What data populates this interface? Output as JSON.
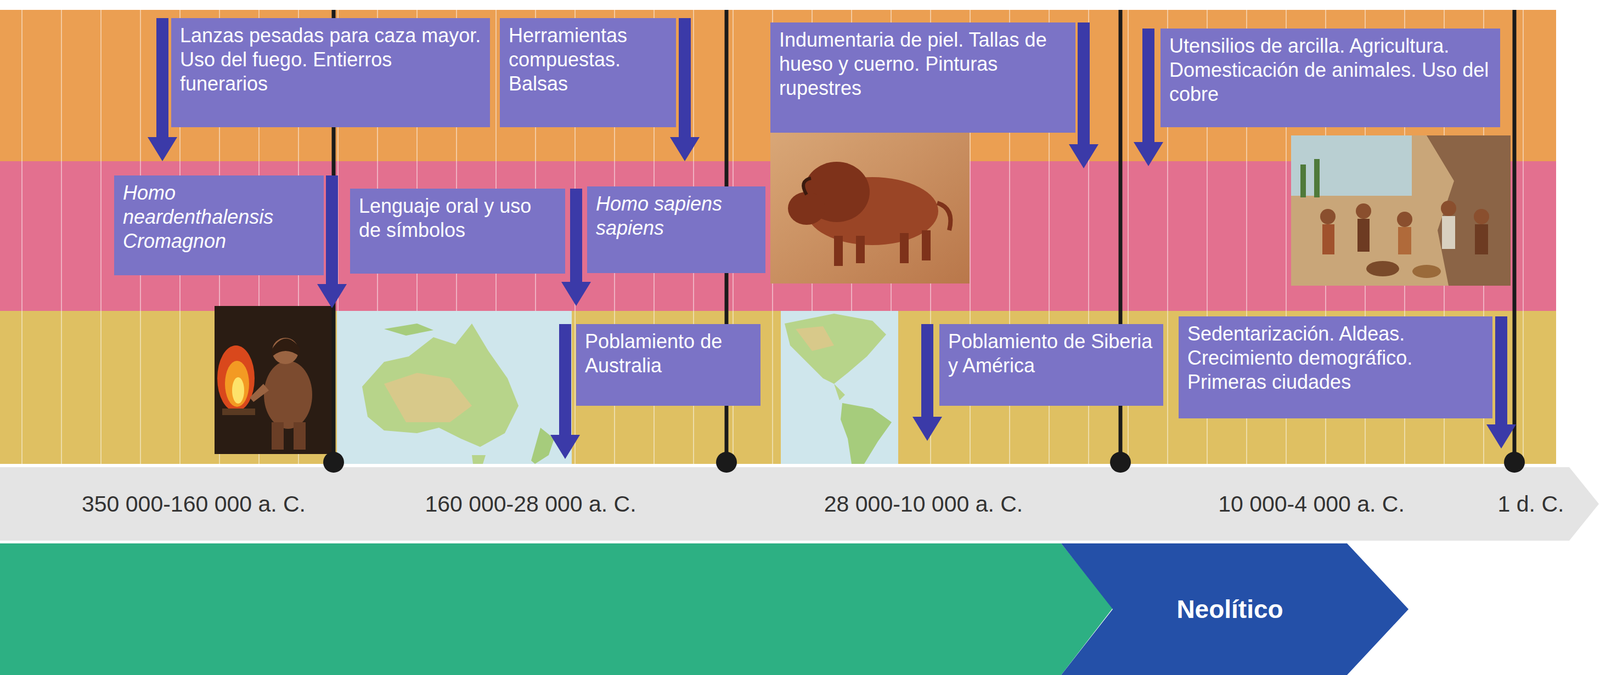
{
  "diagram": {
    "nodes": [
      {
        "text": [
          "Lanzas pesadas para caza mayor. Uso del fuego. Entierros funerarios"
        ]
      },
      {
        "text": [
          "Herramientas compuestas. Balsas"
        ]
      },
      {
        "text": [
          "Indumentaria de piel. Tallas de hueso y cuerno. Pinturas rupestres"
        ]
      },
      {
        "text": [
          "Utensilios de arcilla. Agricultura. Domesticación de animales. Uso del cobre"
        ]
      },
      {
        "text": [
          "Homo neardenthalensis Cromagnon"
        ]
      },
      {
        "text": [
          "Lenguaje oral y uso de símbolos"
        ]
      },
      {
        "text": [
          "Homo sapiens sapiens"
        ]
      },
      {
        "text": [
          "Poblamiento de Australia"
        ]
      },
      {
        "text": [
          "Poblamiento de Siberia y América"
        ]
      },
      {
        "text": [
          "Sedentarización. Aldeas. Crecimiento demográfico. Primeras ciudades"
        ]
      },
      {
        "text": [
          "Neolítico"
        ]
      }
    ],
    "labels": [
      "350 000-160 000 a. C.",
      "160 000-28 000 a. C.",
      "28 000-10 000 a. C.",
      "10 000-4 000 a. C.",
      "1 d. C."
    ]
  }
}
